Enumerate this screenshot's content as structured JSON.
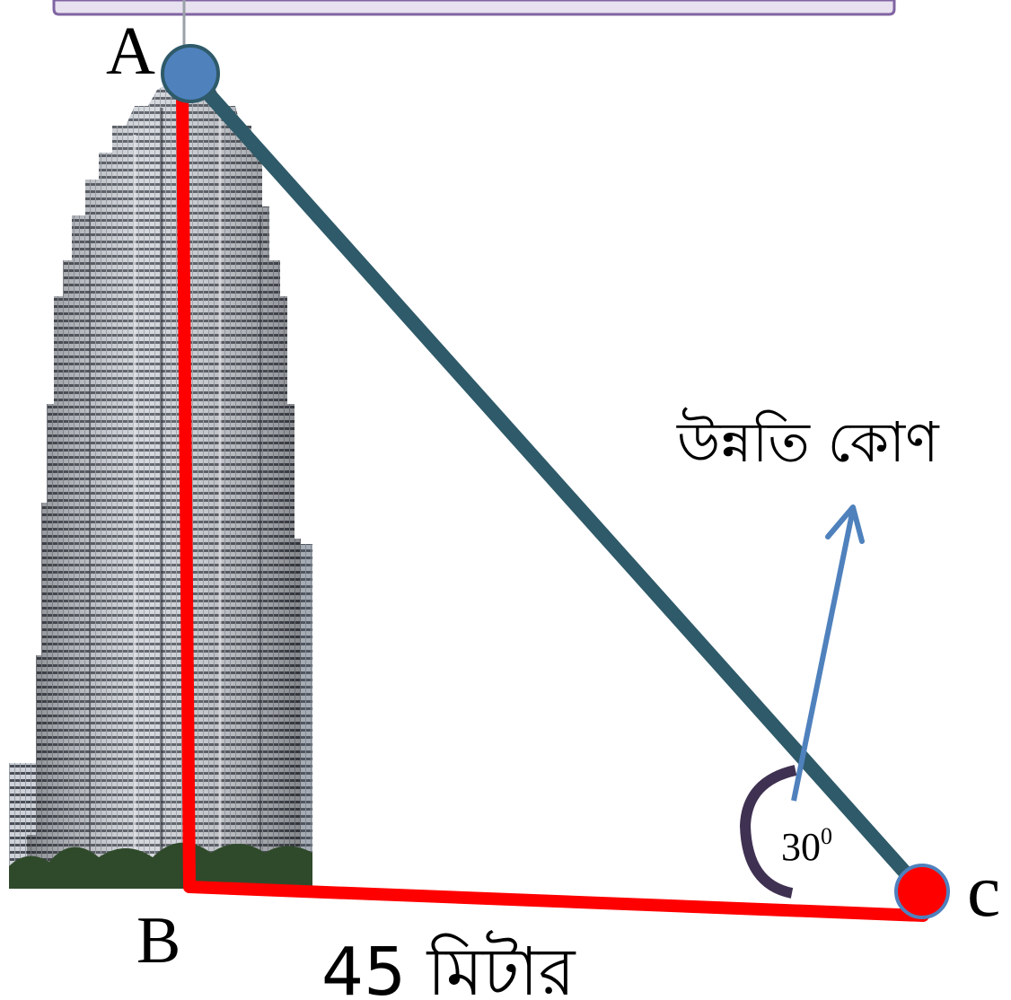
{
  "vertices": {
    "a": "A",
    "b": "B",
    "c": "c"
  },
  "angle": {
    "value": "30",
    "degree_mark": "0"
  },
  "labels": {
    "elevation_angle": "উন্নতি কোণ",
    "base_distance": "45 মিটার"
  },
  "colors": {
    "hypotenuse": "#2E5A69",
    "height_base": "#FF0000",
    "point_a": "#4F81BD",
    "point_c": "#FF0000",
    "angle_arc": "#3F3151",
    "arrow": "#4F81BD",
    "tower_light": "#C9CDD3",
    "tower_dark": "#3B3F47",
    "trees": "#2F4A2A",
    "top_banner_border": "#8064A2",
    "top_banner_fill": "#E8E1F0"
  }
}
